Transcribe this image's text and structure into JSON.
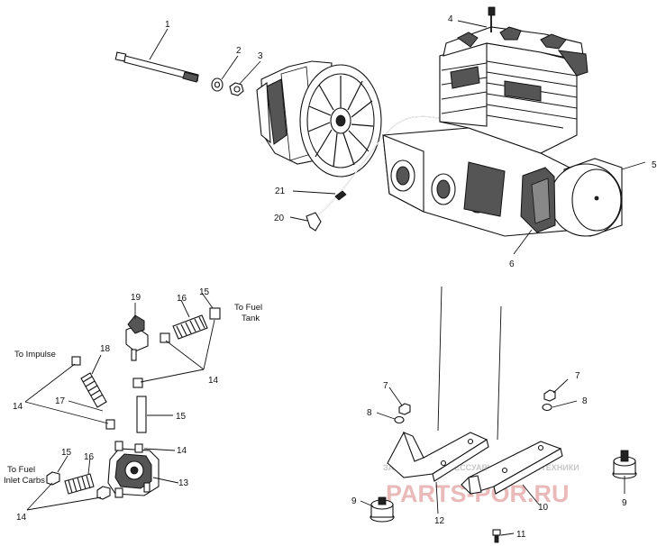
{
  "diagram": {
    "callouts": {
      "c1": "1",
      "c2": "2",
      "c3": "3",
      "c4": "4",
      "c5": "5",
      "c6": "6",
      "c7a": "7",
      "c7b": "7",
      "c8a": "8",
      "c8b": "8",
      "c9a": "9",
      "c9b": "9",
      "c10": "10",
      "c11": "11",
      "c12": "12",
      "c13": "13",
      "c14a": "14",
      "c14b": "14",
      "c14c": "14",
      "c14d": "14",
      "c15a": "15",
      "c15b": "15",
      "c15c": "15",
      "c16a": "16",
      "c16b": "16",
      "c17": "17",
      "c18": "18",
      "c19": "19",
      "c20": "20",
      "c21": "21"
    },
    "notes": {
      "fuel_tank_line1": "To Fuel",
      "fuel_tank_line2": "Tank",
      "impulse": "To Impulse",
      "carbs_line1": "To Fuel",
      "carbs_line2": "Inlet Carbs"
    },
    "watermark": {
      "small": "ЗАПЧАСТИ И АКСЕССУАРЫ ДЛЯ МОТОТЕХНИКИ",
      "large": "PARTS-POR.RU"
    }
  }
}
